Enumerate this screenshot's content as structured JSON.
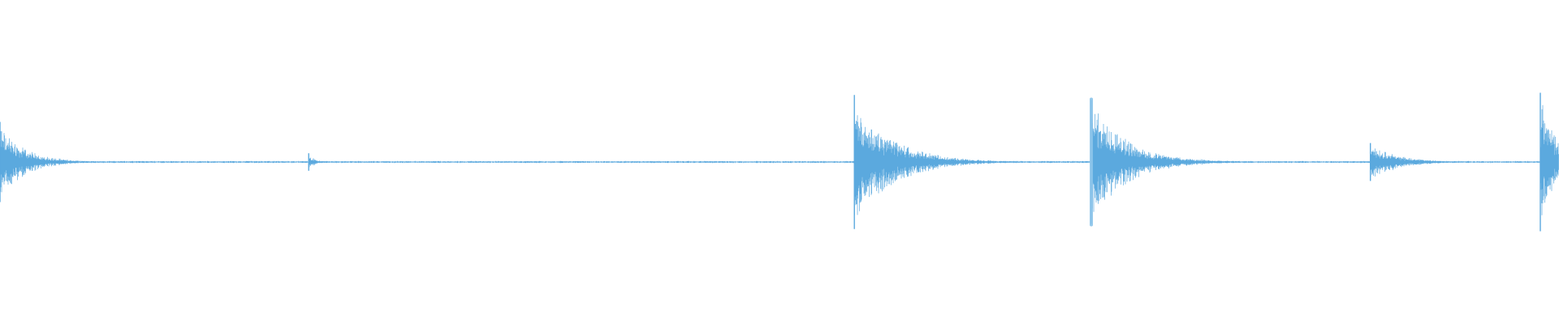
{
  "waveform": {
    "color": "#5ba9de",
    "duration_fraction_markers": "none",
    "amplitude_peak": 1.0,
    "baseline_amplitude": 0.01,
    "transients": [
      {
        "position": 0.0,
        "peak": 0.55,
        "decay": 0.045
      },
      {
        "position": 0.198,
        "peak": 0.12,
        "decay": 0.012
      },
      {
        "position": 0.548,
        "peak": 0.92,
        "decay": 0.07
      },
      {
        "position": 0.7,
        "peak": 0.85,
        "decay": 0.065
      },
      {
        "position": 0.879,
        "peak": 0.26,
        "decay": 0.05
      },
      {
        "position": 0.988,
        "peak": 0.95,
        "decay": 0.03
      }
    ],
    "selection_marker": {
      "position": 0.7,
      "color": "#8cc4ea"
    }
  }
}
